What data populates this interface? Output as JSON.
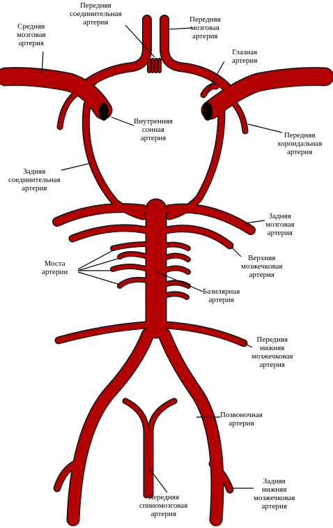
{
  "colors": {
    "artery": "#b30000",
    "outline": "#111111",
    "line": "#000000"
  },
  "labels": {
    "anterior_communicating": {
      "lines": [
        "Передняя",
        "соединительная",
        "артерия"
      ]
    },
    "anterior_cerebral": {
      "lines": [
        "Передняя",
        "мозговая",
        "артерия"
      ]
    },
    "middle_cerebral": {
      "lines": [
        "Средняя",
        "мозговая",
        "артерия"
      ]
    },
    "ophthalmic": {
      "lines": [
        "Глазная",
        "артерия"
      ]
    },
    "internal_carotid": {
      "lines": [
        "Внутренняя",
        "сонная",
        "артерия"
      ]
    },
    "anterior_choroidal": {
      "lines": [
        "Передняя",
        "хороидальная",
        "артерия"
      ]
    },
    "posterior_communicating": {
      "lines": [
        "Задняя",
        "соединительная",
        "артерия"
      ]
    },
    "posterior_cerebral": {
      "lines": [
        "Задняя",
        "мозговая",
        "артерия"
      ]
    },
    "superior_cerebellar": {
      "lines": [
        "Верхняя",
        "мозжечковая",
        "артерия"
      ]
    },
    "pontine": {
      "lines": [
        "Моста",
        "артерии"
      ]
    },
    "basilar": {
      "lines": [
        "Базилярная",
        "артерия"
      ]
    },
    "anterior_inferior_cerebellar": {
      "lines": [
        "Передняя",
        "нижняя",
        "мозжечковая",
        "артерия"
      ]
    },
    "vertebral": {
      "lines": [
        "Позвоночная",
        "артерия"
      ]
    },
    "anterior_spinal": {
      "lines": [
        "Передняя",
        "спиномозговая",
        "артерия"
      ]
    },
    "posterior_inferior_cerebellar": {
      "lines": [
        "Задняя",
        "нижняя",
        "мозжечковая",
        "артерия"
      ]
    }
  }
}
